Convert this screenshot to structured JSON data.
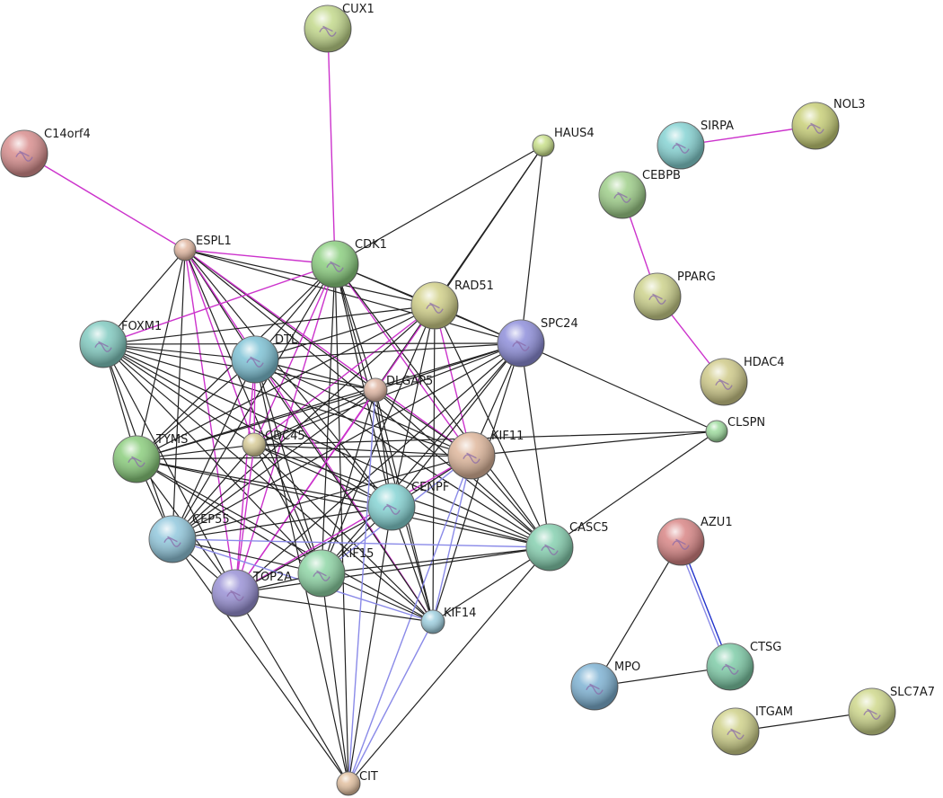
{
  "nodes": [
    {
      "id": "CUX1",
      "label": "CUX1",
      "color": "#c3d98c"
    },
    {
      "id": "C14orf4",
      "label": "C14orf4",
      "color": "#d98f8f"
    },
    {
      "id": "HAUS4",
      "label": "HAUS4",
      "color": "#c9e08a"
    },
    {
      "id": "SIRPA",
      "label": "SIRPA",
      "color": "#86d3d3"
    },
    {
      "id": "NOL3",
      "label": "NOL3",
      "color": "#c8cf78"
    },
    {
      "id": "CEBPB",
      "label": "CEBPB",
      "color": "#9fcf8a"
    },
    {
      "id": "ESPL1",
      "label": "ESPL1",
      "color": "#e2b8a2"
    },
    {
      "id": "CDK1",
      "label": "CDK1",
      "color": "#8ccf80"
    },
    {
      "id": "RAD51",
      "label": "RAD51",
      "color": "#d2d18a"
    },
    {
      "id": "PPARG",
      "label": "PPARG",
      "color": "#cdd28c"
    },
    {
      "id": "FOXM1",
      "label": "FOXM1",
      "color": "#82cbc1"
    },
    {
      "id": "SPC24",
      "label": "SPC24",
      "color": "#8f8fdb"
    },
    {
      "id": "DTL",
      "label": "DTL",
      "color": "#7fc3d6"
    },
    {
      "id": "DLGAP5",
      "label": "DLGAP5",
      "color": "#e0b7a4"
    },
    {
      "id": "HDAC4",
      "label": "HDAC4",
      "color": "#d0cb8a"
    },
    {
      "id": "CLSPN",
      "label": "CLSPN",
      "color": "#9fdc9f"
    },
    {
      "id": "TYMS",
      "label": "TYMS",
      "color": "#8bcd7d"
    },
    {
      "id": "CDC45",
      "label": "CDC45",
      "color": "#d8cc98"
    },
    {
      "id": "KIF11",
      "label": "KIF11",
      "color": "#dfb79c"
    },
    {
      "id": "CENPF",
      "label": "CENPF",
      "color": "#86d4d4"
    },
    {
      "id": "CEP55",
      "label": "CEP55",
      "color": "#92c8dd"
    },
    {
      "id": "CASC5",
      "label": "CASC5",
      "color": "#86d0b0"
    },
    {
      "id": "AZU1",
      "label": "AZU1",
      "color": "#d98686"
    },
    {
      "id": "KIF15",
      "label": "KIF15",
      "color": "#8fd6a6"
    },
    {
      "id": "TOP2A",
      "label": "TOP2A",
      "color": "#9a92d6"
    },
    {
      "id": "KIF14",
      "label": "KIF14",
      "color": "#9fd0e0"
    },
    {
      "id": "CTSG",
      "label": "CTSG",
      "color": "#7fcca8"
    },
    {
      "id": "MPO",
      "label": "MPO",
      "color": "#7fb3d4"
    },
    {
      "id": "SLC7A7",
      "label": "SLC7A7",
      "color": "#cfd88c"
    },
    {
      "id": "ITGAM",
      "label": "ITGAM",
      "color": "#cfd18a"
    },
    {
      "id": "CIT",
      "label": "CIT",
      "color": "#e2c0a0"
    }
  ],
  "edge_colors": {
    "black": "#222222",
    "magenta": "#cc33cc",
    "blue": "#8a8ae8",
    "darkblue": "#2233cc"
  },
  "edges": [
    [
      "CUX1",
      "CDK1",
      "magenta"
    ],
    [
      "C14orf4",
      "ESPL1",
      "magenta"
    ],
    [
      "SIRPA",
      "NOL3",
      "magenta"
    ],
    [
      "CEBPB",
      "PPARG",
      "magenta"
    ],
    [
      "PPARG",
      "HDAC4",
      "magenta"
    ],
    [
      "ITGAM",
      "SLC7A7",
      "black"
    ],
    [
      "AZU1",
      "MPO",
      "black"
    ],
    [
      "AZU1",
      "CTSG",
      "darkblue"
    ],
    [
      "AZU1",
      "CTSG",
      "blue"
    ],
    [
      "MPO",
      "CTSG",
      "black"
    ],
    [
      "HAUS4",
      "CDK1",
      "black"
    ],
    [
      "HAUS4",
      "RAD51",
      "black"
    ],
    [
      "HAUS4",
      "SPC24",
      "black"
    ],
    [
      "HAUS4",
      "DLGAP5",
      "black"
    ],
    [
      "SPC24",
      "CLSPN",
      "black"
    ],
    [
      "KIF11",
      "CLSPN",
      "black"
    ],
    [
      "CASC5",
      "CLSPN",
      "black"
    ],
    [
      "CDC45",
      "CLSPN",
      "black"
    ],
    [
      "ESPL1",
      "CDK1",
      "magenta"
    ],
    [
      "ESPL1",
      "RAD51",
      "black"
    ],
    [
      "ESPL1",
      "FOXM1",
      "black"
    ],
    [
      "ESPL1",
      "DTL",
      "black"
    ],
    [
      "ESPL1",
      "DLGAP5",
      "black"
    ],
    [
      "ESPL1",
      "TYMS",
      "black"
    ],
    [
      "ESPL1",
      "CDC45",
      "magenta"
    ],
    [
      "ESPL1",
      "KIF11",
      "magenta"
    ],
    [
      "ESPL1",
      "CENPF",
      "black"
    ],
    [
      "ESPL1",
      "CEP55",
      "black"
    ],
    [
      "ESPL1",
      "TOP2A",
      "magenta"
    ],
    [
      "ESPL1",
      "KIF15",
      "black"
    ],
    [
      "ESPL1",
      "KIF14",
      "magenta"
    ],
    [
      "ESPL1",
      "CASC5",
      "black"
    ],
    [
      "ESPL1",
      "SPC24",
      "black"
    ],
    [
      "CDK1",
      "RAD51",
      "black"
    ],
    [
      "CDK1",
      "FOXM1",
      "magenta"
    ],
    [
      "CDK1",
      "DTL",
      "black"
    ],
    [
      "CDK1",
      "DLGAP5",
      "black"
    ],
    [
      "CDK1",
      "SPC24",
      "black"
    ],
    [
      "CDK1",
      "TYMS",
      "black"
    ],
    [
      "CDK1",
      "CDC45",
      "magenta"
    ],
    [
      "CDK1",
      "KIF11",
      "magenta"
    ],
    [
      "CDK1",
      "CENPF",
      "black"
    ],
    [
      "CDK1",
      "CEP55",
      "black"
    ],
    [
      "CDK1",
      "TOP2A",
      "magenta"
    ],
    [
      "CDK1",
      "KIF15",
      "black"
    ],
    [
      "CDK1",
      "KIF14",
      "black"
    ],
    [
      "CDK1",
      "CASC5",
      "black"
    ],
    [
      "CDK1",
      "CIT",
      "black"
    ],
    [
      "RAD51",
      "FOXM1",
      "black"
    ],
    [
      "RAD51",
      "DTL",
      "black"
    ],
    [
      "RAD51",
      "DLGAP5",
      "black"
    ],
    [
      "RAD51",
      "SPC24",
      "black"
    ],
    [
      "RAD51",
      "TYMS",
      "black"
    ],
    [
      "RAD51",
      "CDC45",
      "magenta"
    ],
    [
      "RAD51",
      "KIF11",
      "magenta"
    ],
    [
      "RAD51",
      "CENPF",
      "black"
    ],
    [
      "RAD51",
      "CEP55",
      "black"
    ],
    [
      "RAD51",
      "TOP2A",
      "magenta"
    ],
    [
      "RAD51",
      "KIF15",
      "black"
    ],
    [
      "RAD51",
      "KIF14",
      "black"
    ],
    [
      "RAD51",
      "CASC5",
      "black"
    ],
    [
      "FOXM1",
      "DTL",
      "black"
    ],
    [
      "FOXM1",
      "DLGAP5",
      "black"
    ],
    [
      "FOXM1",
      "SPC24",
      "black"
    ],
    [
      "FOXM1",
      "TYMS",
      "black"
    ],
    [
      "FOXM1",
      "CDC45",
      "black"
    ],
    [
      "FOXM1",
      "KIF11",
      "black"
    ],
    [
      "FOXM1",
      "CENPF",
      "black"
    ],
    [
      "FOXM1",
      "CEP55",
      "black"
    ],
    [
      "FOXM1",
      "TOP2A",
      "black"
    ],
    [
      "FOXM1",
      "KIF15",
      "black"
    ],
    [
      "FOXM1",
      "KIF14",
      "black"
    ],
    [
      "FOXM1",
      "CASC5",
      "black"
    ],
    [
      "SPC24",
      "DTL",
      "black"
    ],
    [
      "SPC24",
      "DLGAP5",
      "black"
    ],
    [
      "SPC24",
      "TYMS",
      "black"
    ],
    [
      "SPC24",
      "CDC45",
      "black"
    ],
    [
      "SPC24",
      "KIF11",
      "black"
    ],
    [
      "SPC24",
      "CENPF",
      "black"
    ],
    [
      "SPC24",
      "CEP55",
      "black"
    ],
    [
      "SPC24",
      "TOP2A",
      "black"
    ],
    [
      "SPC24",
      "KIF15",
      "black"
    ],
    [
      "SPC24",
      "KIF14",
      "black"
    ],
    [
      "SPC24",
      "CASC5",
      "black"
    ],
    [
      "DTL",
      "DLGAP5",
      "black"
    ],
    [
      "DTL",
      "TYMS",
      "black"
    ],
    [
      "DTL",
      "CDC45",
      "magenta"
    ],
    [
      "DTL",
      "KIF11",
      "black"
    ],
    [
      "DTL",
      "CENPF",
      "black"
    ],
    [
      "DTL",
      "CEP55",
      "black"
    ],
    [
      "DTL",
      "TOP2A",
      "magenta"
    ],
    [
      "DTL",
      "KIF15",
      "black"
    ],
    [
      "DTL",
      "KIF14",
      "black"
    ],
    [
      "DTL",
      "CASC5",
      "black"
    ],
    [
      "DLGAP5",
      "TYMS",
      "black"
    ],
    [
      "DLGAP5",
      "CDC45",
      "black"
    ],
    [
      "DLGAP5",
      "KIF11",
      "black"
    ],
    [
      "DLGAP5",
      "CENPF",
      "black"
    ],
    [
      "DLGAP5",
      "CEP55",
      "black"
    ],
    [
      "DLGAP5",
      "TOP2A",
      "magenta"
    ],
    [
      "DLGAP5",
      "KIF15",
      "black"
    ],
    [
      "DLGAP5",
      "KIF14",
      "black"
    ],
    [
      "DLGAP5",
      "CASC5",
      "black"
    ],
    [
      "TYMS",
      "CDC45",
      "black"
    ],
    [
      "TYMS",
      "KIF11",
      "black"
    ],
    [
      "TYMS",
      "CENPF",
      "black"
    ],
    [
      "TYMS",
      "CEP55",
      "black"
    ],
    [
      "TYMS",
      "TOP2A",
      "black"
    ],
    [
      "TYMS",
      "KIF15",
      "black"
    ],
    [
      "TYMS",
      "KIF14",
      "black"
    ],
    [
      "TYMS",
      "CASC5",
      "black"
    ],
    [
      "CDC45",
      "KIF11",
      "black"
    ],
    [
      "CDC45",
      "CENPF",
      "black"
    ],
    [
      "CDC45",
      "CEP55",
      "black"
    ],
    [
      "CDC45",
      "TOP2A",
      "magenta"
    ],
    [
      "CDC45",
      "KIF15",
      "black"
    ],
    [
      "CDC45",
      "KIF14",
      "black"
    ],
    [
      "CDC45",
      "CASC5",
      "black"
    ],
    [
      "KIF11",
      "CENPF",
      "black"
    ],
    [
      "KIF11",
      "CEP55",
      "black"
    ],
    [
      "KIF11",
      "TOP2A",
      "magenta"
    ],
    [
      "KIF11",
      "KIF15",
      "blue"
    ],
    [
      "KIF11",
      "KIF14",
      "blue"
    ],
    [
      "KIF11",
      "CASC5",
      "black"
    ],
    [
      "KIF11",
      "CIT",
      "blue"
    ],
    [
      "CENPF",
      "CEP55",
      "black"
    ],
    [
      "CENPF",
      "TOP2A",
      "black"
    ],
    [
      "CENPF",
      "KIF15",
      "black"
    ],
    [
      "CENPF",
      "KIF14",
      "black"
    ],
    [
      "CENPF",
      "CASC5",
      "black"
    ],
    [
      "CENPF",
      "CIT",
      "black"
    ],
    [
      "CEP55",
      "TOP2A",
      "black"
    ],
    [
      "CEP55",
      "KIF15",
      "black"
    ],
    [
      "CEP55",
      "KIF14",
      "blue"
    ],
    [
      "CEP55",
      "CASC5",
      "blue"
    ],
    [
      "CEP55",
      "CIT",
      "black"
    ],
    [
      "TOP2A",
      "KIF15",
      "black"
    ],
    [
      "TOP2A",
      "KIF14",
      "black"
    ],
    [
      "TOP2A",
      "CASC5",
      "black"
    ],
    [
      "TOP2A",
      "CIT",
      "black"
    ],
    [
      "KIF15",
      "KIF14",
      "black"
    ],
    [
      "KIF15",
      "CASC5",
      "black"
    ],
    [
      "KIF15",
      "CIT",
      "black"
    ],
    [
      "KIF14",
      "CASC5",
      "black"
    ],
    [
      "KIF14",
      "CIT",
      "blue"
    ],
    [
      "CASC5",
      "CIT",
      "black"
    ],
    [
      "DTL",
      "CIT",
      "black"
    ],
    [
      "DLGAP5",
      "CIT",
      "blue"
    ]
  ]
}
